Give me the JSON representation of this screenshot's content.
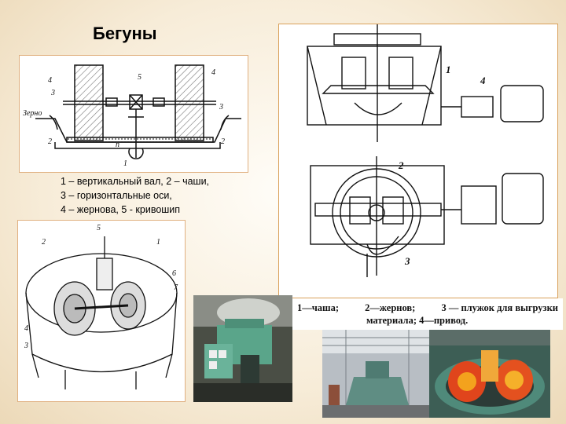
{
  "slide": {
    "title": "Бегуны",
    "legend": [
      "1 – вертикальный вал, 2 – чаши,",
      "3 – горизонтальные оси,",
      "4 – жернова, 5 - кривошип"
    ],
    "caption": {
      "line1": [
        "1—чаша;",
        "2—жернов;",
        "3 — плужок для выгрузки"
      ],
      "line2": "материала;   4—привод."
    },
    "diagram_left_labels": {
      "material": "Зерно",
      "n1": "1",
      "n2": "2",
      "n3": "3",
      "n4": "4",
      "n5": "5",
      "n": "n"
    },
    "diagram_right_labels": {
      "n1": "1",
      "n2": "2",
      "n3": "3",
      "n4": "4"
    },
    "diagram_3d_labels": {
      "n1": "1",
      "n2": "2",
      "n3": "3",
      "n4": "4",
      "n5": "5",
      "n6": "6",
      "n7": "7"
    }
  }
}
